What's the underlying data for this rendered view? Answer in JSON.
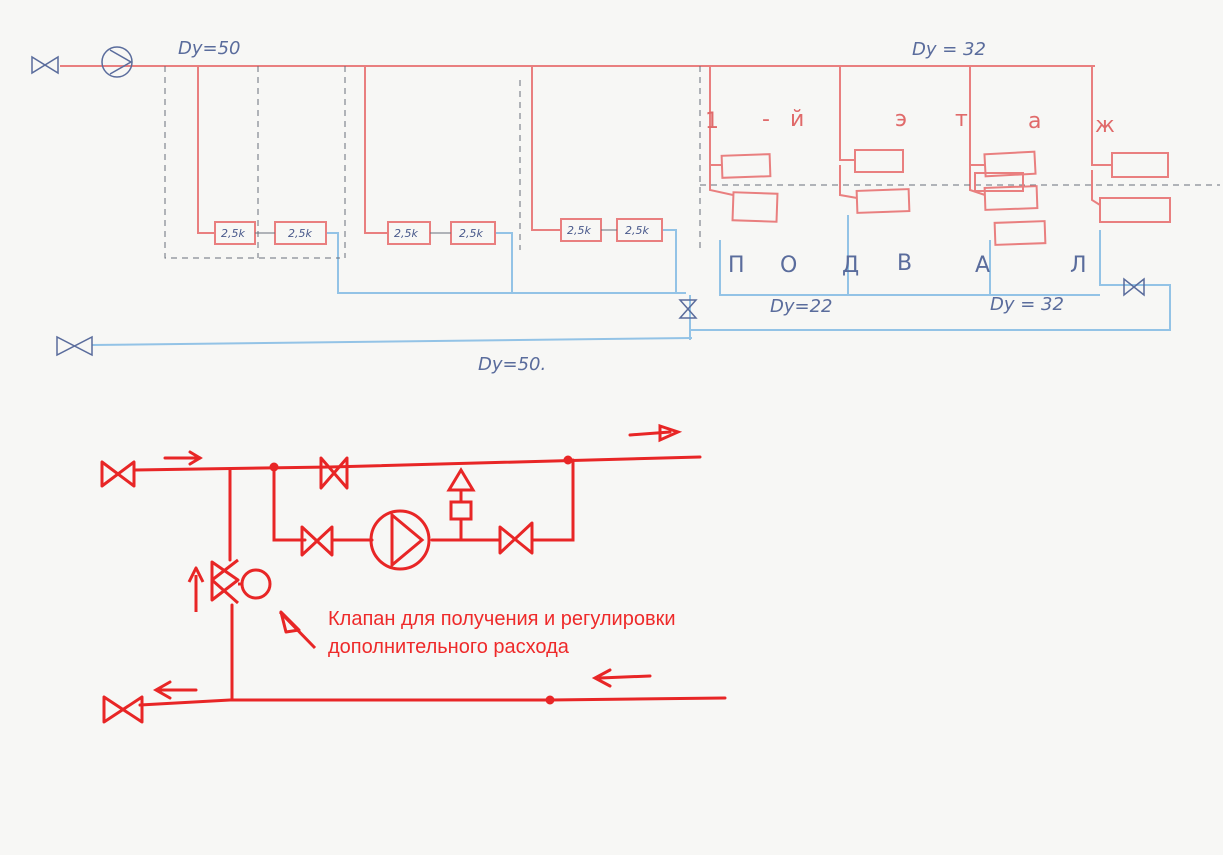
{
  "colors": {
    "supply": "#e97f7f",
    "return": "#93c3e6",
    "ink": "#5a6c9c",
    "marker": "#e82626",
    "paper": "#f7f7f5"
  },
  "labels": {
    "dy_supply_main": "Dy=50",
    "dy_supply_branch": "Dy = 32",
    "dy_return_main": "Dy=50.",
    "dy_return_a": "Dy=22",
    "dy_return_b": "Dy = 32"
  },
  "radiators": [
    "2,5k",
    "2,5k",
    "2,5k",
    "2,5k",
    "2,5k",
    "2,5k"
  ],
  "floor_letters": [
    "1",
    "-",
    "й",
    "э",
    "т",
    "а",
    "ж"
  ],
  "basement_letters": [
    "П",
    "О",
    "Д",
    "В",
    "А",
    "Л"
  ],
  "note": {
    "line1": "Клапан для получения и регулировки",
    "line2": "дополнительного расхода"
  },
  "icons": [
    "valve-icon",
    "pump-icon",
    "three-way-valve-icon",
    "actuator-icon",
    "flow-arrow-icon",
    "expansion-tank-icon"
  ]
}
